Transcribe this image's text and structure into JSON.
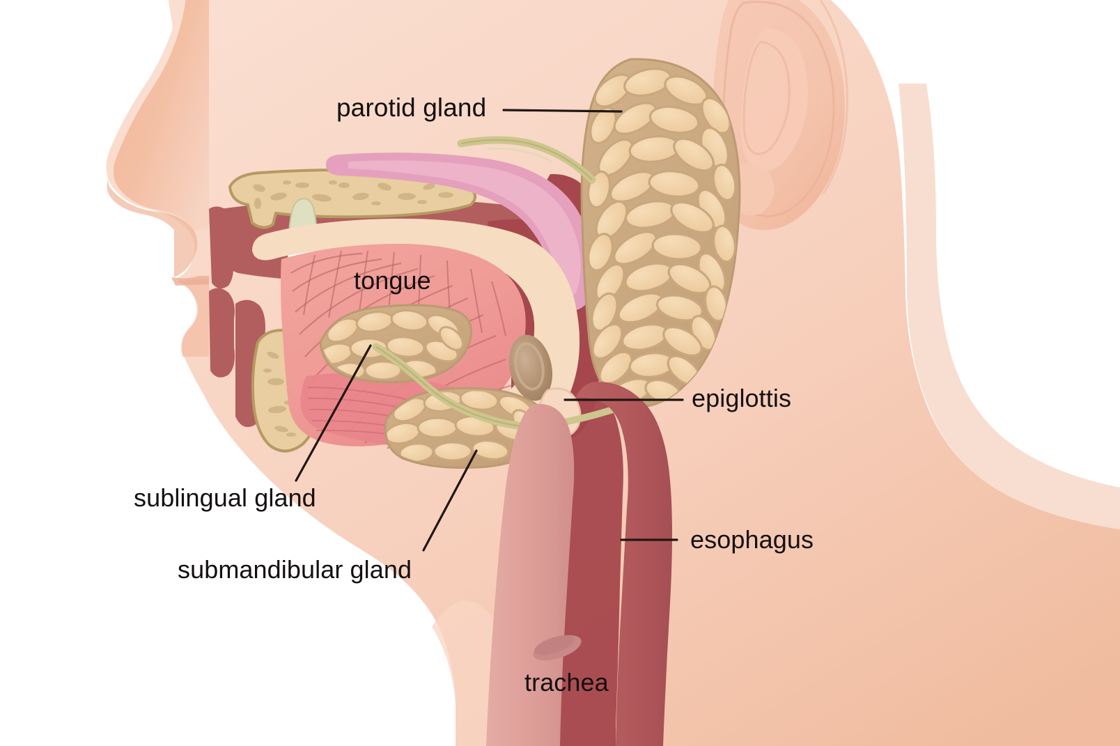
{
  "diagram": {
    "title": "Salivary glands — sagittal section of head and neck",
    "background_color": "#ffffff",
    "colors": {
      "skin_light": "#f9d5c3",
      "skin_mid": "#f2bfa4",
      "skin_edge": "#e7a382",
      "mucosa": "#b25e5e",
      "mucosa_dark": "#a5474d",
      "tongue": "#ef9a96",
      "tongue_line": "#c0696c",
      "gland_fill": "#f0cfa3",
      "gland_bg": "#c9a87f",
      "gland_outline": "#b99669",
      "bone": "#e8ceA0",
      "bone_outline": "#b59a62",
      "tooth": "#f4f4ef",
      "duct": "#cdc68f",
      "soft_palate": "#e4a0bd",
      "trachea": "#dd9d97",
      "esophagus": "#b2595c",
      "tonsil": "#b2906f",
      "leader_line": "#201712",
      "label_text": "#141010"
    }
  },
  "labels": [
    {
      "id": "parotid",
      "text": "parotid gland",
      "target": "parotid-gland"
    },
    {
      "id": "tongue",
      "text": "tongue",
      "target": "tongue"
    },
    {
      "id": "epiglottis",
      "text": "epiglottis",
      "target": "epiglottis"
    },
    {
      "id": "esophagus",
      "text": "esophagus",
      "target": "esophagus"
    },
    {
      "id": "sublingual",
      "text": "sublingual gland",
      "target": "sublingual-gland"
    },
    {
      "id": "submandibular",
      "text": "submandibular gland",
      "target": "submandibular-gland"
    },
    {
      "id": "trachea",
      "text": "trachea",
      "target": "trachea"
    }
  ],
  "structures": [
    {
      "name": "head-profile",
      "label": "head and neck profile"
    },
    {
      "name": "ear",
      "label": "ear"
    },
    {
      "name": "nose",
      "label": "nose"
    },
    {
      "name": "lips",
      "label": "lips"
    },
    {
      "name": "maxilla",
      "label": "maxilla"
    },
    {
      "name": "mandible",
      "label": "mandible"
    },
    {
      "name": "teeth",
      "label": "teeth"
    },
    {
      "name": "hard-palate",
      "label": "hard palate"
    },
    {
      "name": "soft-palate",
      "label": "soft palate"
    },
    {
      "name": "nasal-cavity",
      "label": "nasal cavity"
    },
    {
      "name": "oral-cavity",
      "label": "oral cavity"
    },
    {
      "name": "pharynx",
      "label": "pharynx"
    },
    {
      "name": "tongue",
      "label": "tongue"
    },
    {
      "name": "parotid-gland",
      "label": "parotid gland"
    },
    {
      "name": "parotid-duct",
      "label": "parotid duct"
    },
    {
      "name": "sublingual-gland",
      "label": "sublingual gland"
    },
    {
      "name": "submandibular-gland",
      "label": "submandibular gland"
    },
    {
      "name": "submandibular-duct",
      "label": "submandibular duct"
    },
    {
      "name": "palatine-tonsil",
      "label": "palatine tonsil"
    },
    {
      "name": "epiglottis",
      "label": "epiglottis"
    },
    {
      "name": "trachea",
      "label": "trachea"
    },
    {
      "name": "tracheal-ring",
      "label": "tracheal cartilage"
    },
    {
      "name": "esophagus",
      "label": "esophagus"
    }
  ]
}
